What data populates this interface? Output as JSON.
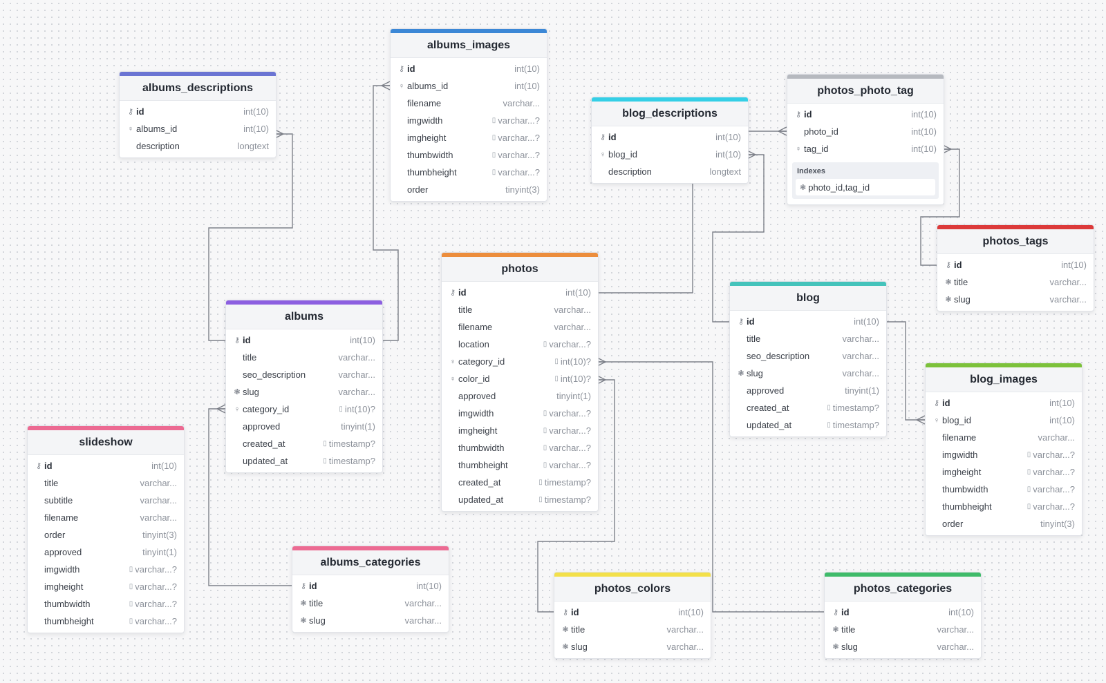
{
  "colors": {
    "indigo": "#6a74d3",
    "blue": "#3b87d6",
    "cyan": "#34cfe6",
    "gray": "#b6b9bf",
    "red": "#dc3a3a",
    "orange": "#ec8d3c",
    "purple": "#8c5fe0",
    "teal": "#44c3bb",
    "green": "#7cc13a",
    "pink": "#ec6a92",
    "yellow": "#f3e04a",
    "emerald": "#3fbb6a"
  },
  "icons": {
    "primary_key": "key-icon",
    "foreign_key": "foreign-key-icon",
    "unique": "unique-icon",
    "nullable": "nullable-icon"
  },
  "tables": [
    {
      "name": "albums_descriptions",
      "color": "indigo",
      "fields": [
        {
          "name": "id",
          "type": "int(10)",
          "icon": "pk"
        },
        {
          "name": "albums_id",
          "type": "int(10)",
          "icon": "fk"
        },
        {
          "name": "description",
          "type": "longtext",
          "icon": ""
        }
      ]
    },
    {
      "name": "albums_images",
      "color": "blue",
      "fields": [
        {
          "name": "id",
          "type": "int(10)",
          "icon": "pk"
        },
        {
          "name": "albums_id",
          "type": "int(10)",
          "icon": "fk"
        },
        {
          "name": "filename",
          "type": "varchar...",
          "icon": ""
        },
        {
          "name": "imgwidth",
          "type": "varchar...?",
          "icon": "",
          "nullable": true
        },
        {
          "name": "imgheight",
          "type": "varchar...?",
          "icon": "",
          "nullable": true
        },
        {
          "name": "thumbwidth",
          "type": "varchar...?",
          "icon": "",
          "nullable": true
        },
        {
          "name": "thumbheight",
          "type": "varchar...?",
          "icon": "",
          "nullable": true
        },
        {
          "name": "order",
          "type": "tinyint(3)",
          "icon": ""
        }
      ]
    },
    {
      "name": "blog_descriptions",
      "color": "cyan",
      "fields": [
        {
          "name": "id",
          "type": "int(10)",
          "icon": "pk"
        },
        {
          "name": "blog_id",
          "type": "int(10)",
          "icon": "fk"
        },
        {
          "name": "description",
          "type": "longtext",
          "icon": ""
        }
      ]
    },
    {
      "name": "photos_photo_tag",
      "color": "gray",
      "fields": [
        {
          "name": "id",
          "type": "int(10)",
          "icon": "pk"
        },
        {
          "name": "photo_id",
          "type": "int(10)",
          "icon": ""
        },
        {
          "name": "tag_id",
          "type": "int(10)",
          "icon": "fk"
        }
      ],
      "indexes_title": "Indexes",
      "indexes": [
        "photo_id,tag_id"
      ]
    },
    {
      "name": "photos_tags",
      "color": "red",
      "fields": [
        {
          "name": "id",
          "type": "int(10)",
          "icon": "pk"
        },
        {
          "name": "title",
          "type": "varchar...",
          "icon": "uq"
        },
        {
          "name": "slug",
          "type": "varchar...",
          "icon": "uq"
        }
      ]
    },
    {
      "name": "photos",
      "color": "orange",
      "fields": [
        {
          "name": "id",
          "type": "int(10)",
          "icon": "pk"
        },
        {
          "name": "title",
          "type": "varchar...",
          "icon": ""
        },
        {
          "name": "filename",
          "type": "varchar...",
          "icon": ""
        },
        {
          "name": "location",
          "type": "varchar...?",
          "icon": "",
          "nullable": true
        },
        {
          "name": "category_id",
          "type": "int(10)?",
          "icon": "fk",
          "nullable": true
        },
        {
          "name": "color_id",
          "type": "int(10)?",
          "icon": "fk",
          "nullable": true
        },
        {
          "name": "approved",
          "type": "tinyint(1)",
          "icon": ""
        },
        {
          "name": "imgwidth",
          "type": "varchar...?",
          "icon": "",
          "nullable": true
        },
        {
          "name": "imgheight",
          "type": "varchar...?",
          "icon": "",
          "nullable": true
        },
        {
          "name": "thumbwidth",
          "type": "varchar...?",
          "icon": "",
          "nullable": true
        },
        {
          "name": "thumbheight",
          "type": "varchar...?",
          "icon": "",
          "nullable": true
        },
        {
          "name": "created_at",
          "type": "timestamp?",
          "icon": "",
          "nullable": true
        },
        {
          "name": "updated_at",
          "type": "timestamp?",
          "icon": "",
          "nullable": true
        }
      ]
    },
    {
      "name": "albums",
      "color": "purple",
      "fields": [
        {
          "name": "id",
          "type": "int(10)",
          "icon": "pk"
        },
        {
          "name": "title",
          "type": "varchar...",
          "icon": ""
        },
        {
          "name": "seo_description",
          "type": "varchar...",
          "icon": ""
        },
        {
          "name": "slug",
          "type": "varchar...",
          "icon": "uq"
        },
        {
          "name": "category_id",
          "type": "int(10)?",
          "icon": "fk",
          "nullable": true
        },
        {
          "name": "approved",
          "type": "tinyint(1)",
          "icon": ""
        },
        {
          "name": "created_at",
          "type": "timestamp?",
          "icon": "",
          "nullable": true
        },
        {
          "name": "updated_at",
          "type": "timestamp?",
          "icon": "",
          "nullable": true
        }
      ]
    },
    {
      "name": "blog",
      "color": "teal",
      "fields": [
        {
          "name": "id",
          "type": "int(10)",
          "icon": "pk"
        },
        {
          "name": "title",
          "type": "varchar...",
          "icon": ""
        },
        {
          "name": "seo_description",
          "type": "varchar...",
          "icon": ""
        },
        {
          "name": "slug",
          "type": "varchar...",
          "icon": "uq"
        },
        {
          "name": "approved",
          "type": "tinyint(1)",
          "icon": ""
        },
        {
          "name": "created_at",
          "type": "timestamp?",
          "icon": "",
          "nullable": true
        },
        {
          "name": "updated_at",
          "type": "timestamp?",
          "icon": "",
          "nullable": true
        }
      ]
    },
    {
      "name": "blog_images",
      "color": "green",
      "fields": [
        {
          "name": "id",
          "type": "int(10)",
          "icon": "pk"
        },
        {
          "name": "blog_id",
          "type": "int(10)",
          "icon": "fk"
        },
        {
          "name": "filename",
          "type": "varchar...",
          "icon": ""
        },
        {
          "name": "imgwidth",
          "type": "varchar...?",
          "icon": "",
          "nullable": true
        },
        {
          "name": "imgheight",
          "type": "varchar...?",
          "icon": "",
          "nullable": true
        },
        {
          "name": "thumbwidth",
          "type": "varchar...?",
          "icon": "",
          "nullable": true
        },
        {
          "name": "thumbheight",
          "type": "varchar...?",
          "icon": "",
          "nullable": true
        },
        {
          "name": "order",
          "type": "tinyint(3)",
          "icon": ""
        }
      ]
    },
    {
      "name": "slideshow",
      "color": "pink",
      "fields": [
        {
          "name": "id",
          "type": "int(10)",
          "icon": "pk"
        },
        {
          "name": "title",
          "type": "varchar...",
          "icon": ""
        },
        {
          "name": "subtitle",
          "type": "varchar...",
          "icon": ""
        },
        {
          "name": "filename",
          "type": "varchar...",
          "icon": ""
        },
        {
          "name": "order",
          "type": "tinyint(3)",
          "icon": ""
        },
        {
          "name": "approved",
          "type": "tinyint(1)",
          "icon": ""
        },
        {
          "name": "imgwidth",
          "type": "varchar...?",
          "icon": "",
          "nullable": true
        },
        {
          "name": "imgheight",
          "type": "varchar...?",
          "icon": "",
          "nullable": true
        },
        {
          "name": "thumbwidth",
          "type": "varchar...?",
          "icon": "",
          "nullable": true
        },
        {
          "name": "thumbheight",
          "type": "varchar...?",
          "icon": "",
          "nullable": true
        }
      ]
    },
    {
      "name": "albums_categories",
      "color": "pink",
      "fields": [
        {
          "name": "id",
          "type": "int(10)",
          "icon": "pk"
        },
        {
          "name": "title",
          "type": "varchar...",
          "icon": "uq"
        },
        {
          "name": "slug",
          "type": "varchar...",
          "icon": "uq"
        }
      ]
    },
    {
      "name": "photos_colors",
      "color": "yellow",
      "fields": [
        {
          "name": "id",
          "type": "int(10)",
          "icon": "pk"
        },
        {
          "name": "title",
          "type": "varchar...",
          "icon": "uq"
        },
        {
          "name": "slug",
          "type": "varchar...",
          "icon": "uq"
        }
      ]
    },
    {
      "name": "photos_categories",
      "color": "emerald",
      "fields": [
        {
          "name": "id",
          "type": "int(10)",
          "icon": "pk"
        },
        {
          "name": "title",
          "type": "varchar...",
          "icon": "uq"
        },
        {
          "name": "slug",
          "type": "varchar...",
          "icon": "uq"
        }
      ]
    }
  ]
}
